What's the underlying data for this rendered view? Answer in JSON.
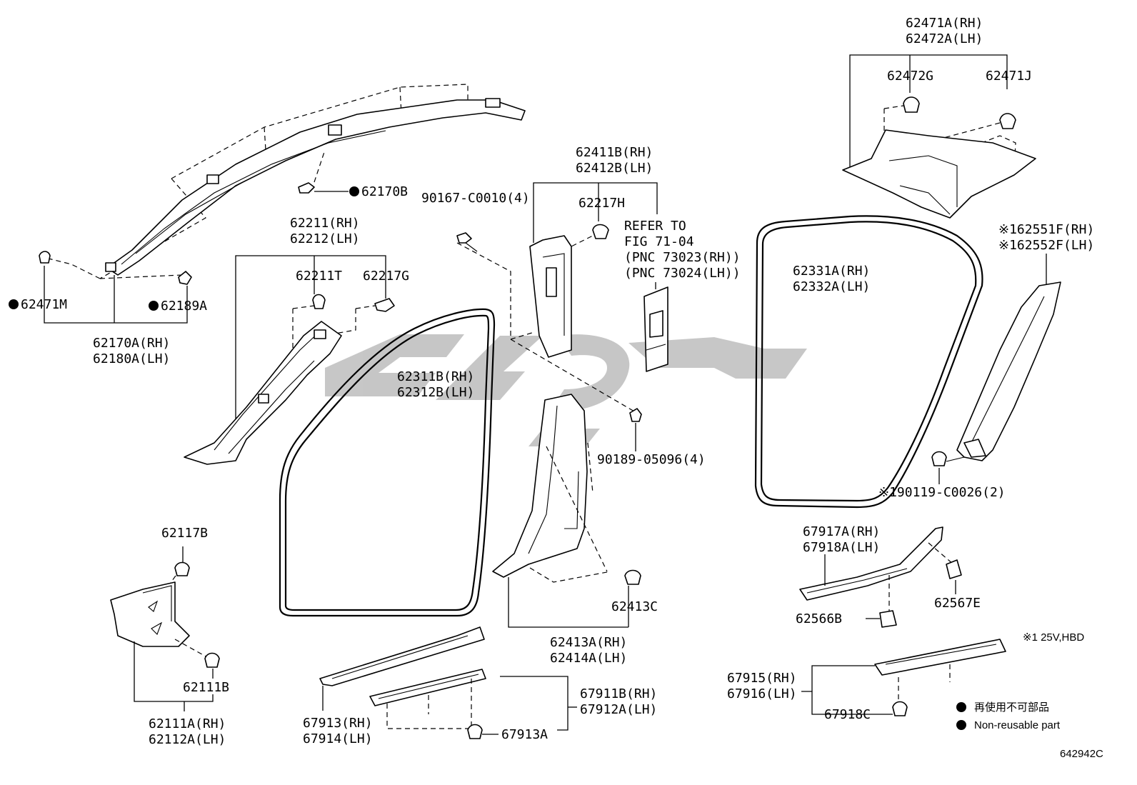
{
  "watermark": {
    "color": "#c4c4c4"
  },
  "callouts": {
    "a62471a": "62471A(RH)",
    "a62472a": "62472A(LH)",
    "a62472g": "62472G",
    "a62471j": "62471J",
    "a62170b": "62170B",
    "a62471m": "62471M",
    "a62189a": "62189A",
    "a62170a": "62170A(RH)",
    "a62180a": "62180A(LH)",
    "a62211": "62211(RH)",
    "a62212": "62212(LH)",
    "a62211t": "62211T",
    "a62217g": "62217G",
    "a90167": "90167-C0010(4)",
    "a62411b": "62411B(RH)",
    "a62412b": "62412B(LH)",
    "a62217h": "62217H",
    "refer1": "REFER TO",
    "refer2": "FIG 71-04",
    "refer3": "(PNC 73023(RH))",
    "refer4": "(PNC 73024(LH))",
    "a62311b": "62311B(RH)",
    "a62312b": "62312B(LH)",
    "a62331a": "62331A(RH)",
    "a62332a": "62332A(LH)",
    "a62551f": "※162551F(RH)",
    "a62552f": "※162552F(LH)",
    "a90189": "90189-05096(4)",
    "a90119": "※190119-C0026(2)",
    "a62117b": "62117B",
    "a62111b": "62111B",
    "a62111a": "62111A(RH)",
    "a62112a": "62112A(LH)",
    "a62413c": "62413C",
    "a62413a": "62413A(RH)",
    "a62414a": "62414A(LH)",
    "a67917a": "67917A(RH)",
    "a67918a": "67918A(LH)",
    "a62567e": "62567E",
    "a62566b": "62566B",
    "note25v": "※1 25V,HBD",
    "a67913": "67913(RH)",
    "a67914": "67914(LH)",
    "a67911b": "67911B(RH)",
    "a67912a": "67912A(LH)",
    "a67913a": "67913A",
    "a67915": "67915(RH)",
    "a67916": "67916(LH)",
    "a67918c": "67918C"
  },
  "legend": {
    "nonreusable_jp": "再使用不可部品",
    "nonreusable_en": "Non-reusable part"
  },
  "figure_id": "642942C"
}
